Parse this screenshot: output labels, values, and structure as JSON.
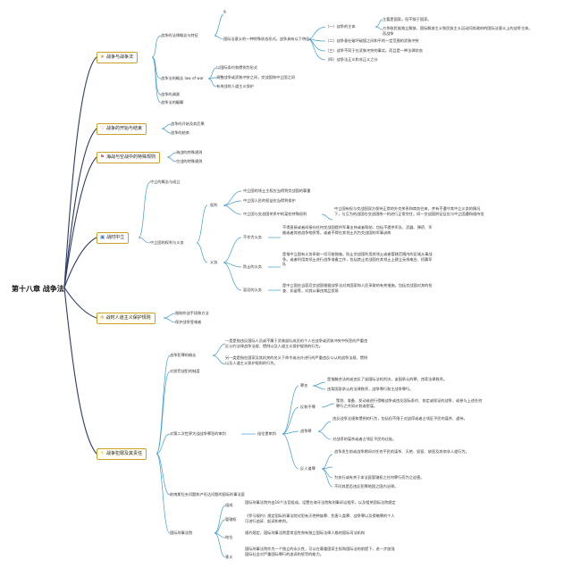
{
  "root": "第十八章 战争法",
  "branches": [
    {
      "label": "战争与战争法",
      "icon": "star-icon",
      "icon_color": "#e8912b",
      "items": [
        {
          "label": "战争的法律概念与特征",
          "children": [
            {
              "label": "国际法意义的一种特殊状态形式。战争具有以下特征：",
              "children": [
                {
                  "label": "（一）战争的主体",
                  "children": [
                    "主要是国家。但不限于国家。",
                    "方争取民族独立解放，国际解放主义和民族主义运动同其政府的国际法意义上的战争主体。而战争"
                  ]
                },
                {
                  "label": "（二）战争意在破坏敌国之间和平的一定范围的武装冲突"
                },
                {
                  "label": "（三）战争不同于在武装冲突的事实。而且是一种法律状态"
                },
                {
                  "label": "（四）战争法正义和非正义之分"
                }
              ]
            },
            {
              "label": "g"
            }
          ]
        },
        {
          "label": "战争法的概念 law of war",
          "children": [
            "以国际条约和惯例为形式",
            "调整战争或武装冲突之间，交战国和中立国之间",
            "有关战时人道主义保护"
          ]
        },
        {
          "label": "战争的渊源"
        },
        {
          "label": "战争法的编纂"
        }
      ]
    },
    {
      "label": "战争的开始与结束",
      "icon": "heart-icon",
      "icon_color": "#d9534f",
      "items": [
        "战争的开始及其后果",
        "战争的结束"
      ]
    },
    {
      "label": "海战与空战中的特殊规则",
      "icon": "flag-icon",
      "icon_color": "#d9534f",
      "items": [
        "海战的特殊规则",
        "空战的特殊规则"
      ]
    },
    {
      "label": "战时中立",
      "icon": "picture-icon",
      "icon_color": "#3a7bd5",
      "items": [
        {
          "label": "中立的概念与成立"
        },
        {
          "label": "中立国的权利与义务",
          "children": [
            {
              "label": "权利",
              "children": [
                "中立国的领土主权应当得到交战国的尊重",
                "中立国人民的权益应当得到保护",
                "中立国与交战国关系中的某些特殊权利"
              ],
              "note": "中立国有权与交战国双方保持正常的外交关系和商务往来，并有不遵守其中立义务的情况下，与互为的战国在交战国统一的进行正常交往，同一交战国的征征应与中立国遵和维持信"
            },
            {
              "label": "义务",
              "children": [
                {
                  "label": "不作为义务",
                  "text": "不得直接或者间接向任何交战国提供军事支持或者帮助，包括不提供军队、武器、弹药、军舰或者其他战争物资等，或者不得在其领土内为交战国的军事训练"
                },
                {
                  "label": "防止的义务",
                  "text": "是指中立国有义务采取一切可能措施，防止交战国利用其领土或者管辖范围内的区域从事战争。或者利用其领土进行战争准备工作，包括禁止交战国在其领土上建立无线电台、招募军队"
                },
                {
                  "label": "容忍的义务",
                  "text": "是中立国应当容忍交战国根据战争法对其国家和人民采取的有关措施，包括交战国对其的检查、扣留等，对其从事违禁品贸易"
                }
              ]
            }
          ]
        }
      ]
    },
    {
      "label": "战时人道主义保护规则",
      "icon": "gear-icon",
      "icon_color": "#e8912b",
      "items": [
        "限制作战手段和方法",
        "保护战争受难者"
      ]
    },
    {
      "label": "战争犯罪及其责任",
      "icon": "sun-icon",
      "icon_color": "#e8c12b",
      "items": [
        {
          "label": "战争犯罪的概念",
          "children": [
            "一是是指违反国际人员或不属于武装部队成员的个人在战争或武装冲突中所犯的严重违反公约法律战争法规、惯例以及人道主义保护规则的行为。",
            "另一类是指在国家及其机关的名义下命令或允许进行的严重违反公认的战争法规、惯例以及人道主义保护规则的行为。"
          ]
        },
        {
          "label": "对惩罚战犯的制度"
        },
        {
          "label": "对第二次世界大战战争罪犯的审判",
          "children": [
            {
              "label": "纽伦堡审判",
              "children": [
                {
                  "label": "罪名",
                  "children": [
                    "是指触合法的或违反了该国际法的判决，该国承认的罪，违背法律秩序。",
                    "违背国家承认的法律秩序，战争罪行和主战争罪行。"
                  ]
                },
                {
                  "label": "反和平罪",
                  "children": [
                    "策划、准备、发动或进行侵略战争或违反国际条约、协定或保证的战争，或参与上述任何罪行之共同计划或密谋。"
                  ]
                },
                {
                  "label": "战争罪",
                  "children": [
                    "违反战争法规和惯例的行为，包括但不限于对战俘或者占领区平民的谋杀、虐待。",
                    "对战俘的谋杀或者占领区平民的迁徙。"
                  ]
                },
                {
                  "label": "反人道罪",
                  "children": [
                    "战争发生前或战争期间对任何平民的谋杀、灭绝、奴役、放逐及其他非人道行为。",
                    "为执行或有关于本法庭管辖权之任何罪行而为之迫害。",
                    "不问其是否违反犯罪地国之国内法律。"
                  ]
                }
              ]
            }
          ]
        },
        {
          "label": "前南斯拉夫问题和卢旺达问题的国际刑事法庭"
        },
        {
          "label": "国际刑事法院",
          "children": [
            {
              "label": "组成",
              "text": "国际刑事法院共由18个法官组成。设置在海牙法院和刑事诉讼程序，以及相关国际法院规定"
            },
            {
              "label": "管辖权",
              "text": "《罗马规约》规定国际刑事法院对犯有灭绝种族罪、危害人类罪、战争罪以及侵略罪的个人可进行追诉、起诉和审判。"
            },
            {
              "label": "地位",
              "text": "规约规定，国际刑事法院是常设性和有独立国际法律人格的国际司法机构"
            },
            {
              "label": "意义",
              "text": "国际刑事法院作为一个独立的永久性，可以在尊重国家主权和国际法的前提下，进一步加强国际社会对严重国际罪行的追诉和惩罚的能力。"
            }
          ]
        }
      ]
    }
  ]
}
